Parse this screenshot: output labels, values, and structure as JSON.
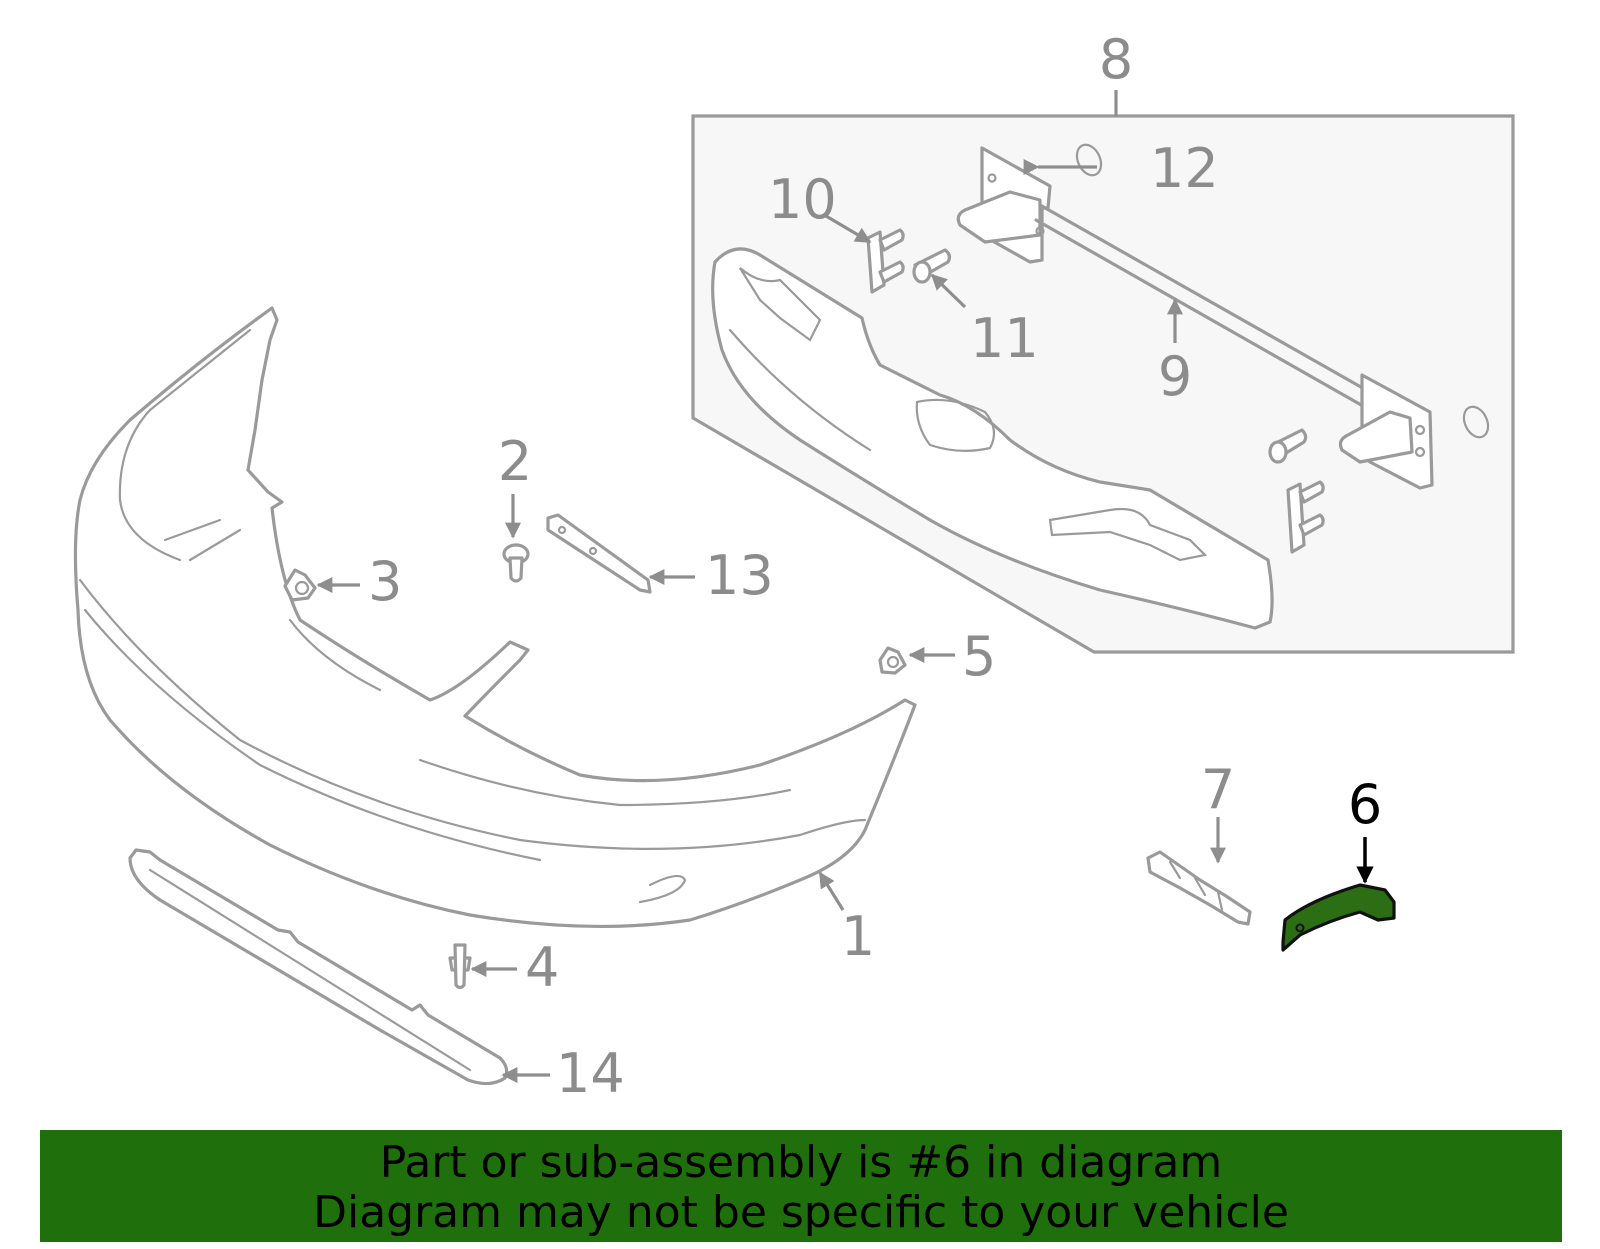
{
  "callouts": {
    "c1": "1",
    "c2": "2",
    "c3": "3",
    "c4": "4",
    "c5": "5",
    "c6": "6",
    "c7": "7",
    "c8": "8",
    "c9": "9",
    "c10": "10",
    "c11": "11",
    "c12": "12",
    "c13": "13",
    "c14": "14"
  },
  "highlight": {
    "part": "6",
    "fill_color": "#1f6f0c",
    "label_color": "#000000"
  },
  "banner": {
    "line1": "Part or sub-assembly is #6 in diagram",
    "line2": "Diagram may not be specific to your vehicle",
    "background": "#1f6f0c"
  }
}
